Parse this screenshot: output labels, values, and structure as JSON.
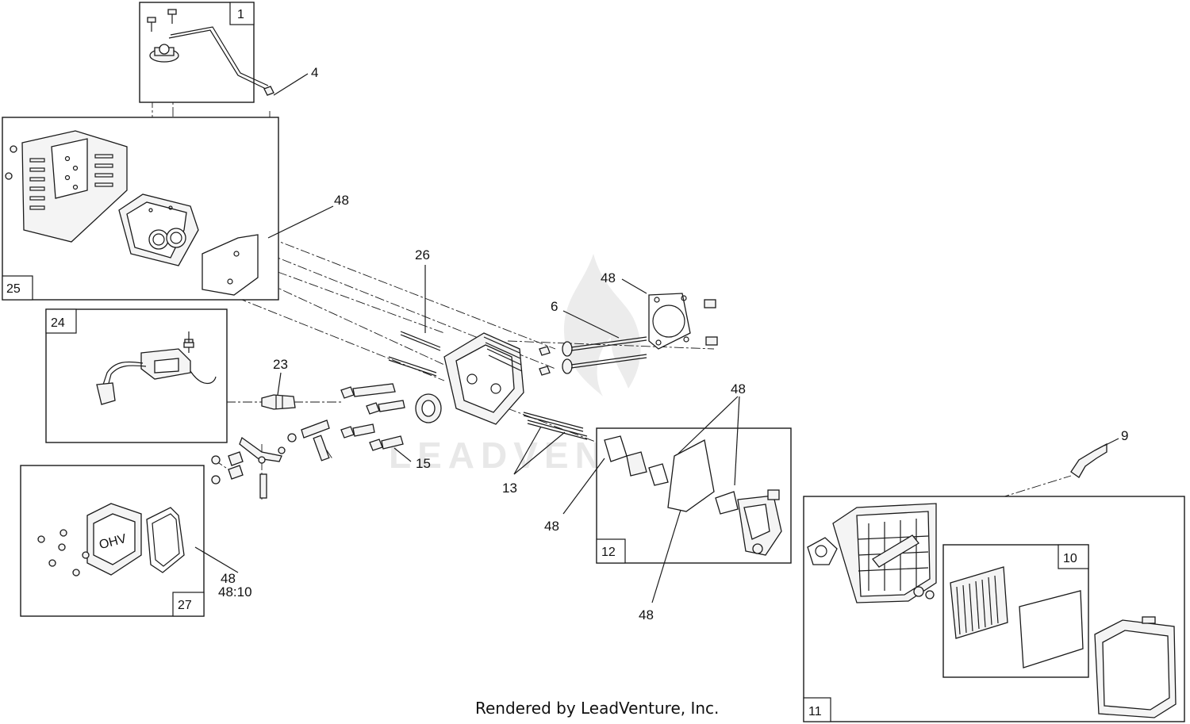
{
  "watermark": "LEADVENTURE",
  "footer_text": "Rendered by LeadVenture, Inc.",
  "box_tags": {
    "b1": "1",
    "b25": "25",
    "b24": "24",
    "b27": "27",
    "b12": "12",
    "b11": "11",
    "b10": "10"
  },
  "callouts": {
    "c4": "4",
    "c48_muffler": "48",
    "c26": "26",
    "c48_head": "48",
    "c6": "6",
    "c23": "23",
    "c48_carb_top": "48",
    "c9": "9",
    "c15": "15",
    "c13": "13",
    "c48_carb_left": "48",
    "c48_valve_cover": "48",
    "c48_10": "48:10",
    "c48_carb_bottom": "48"
  },
  "icons": [
    "heat-shield",
    "muffler",
    "muffler-gasket",
    "ignition-coil",
    "spark-plug",
    "cylinder-head",
    "valve-cover",
    "carburetor",
    "air-filter-base",
    "air-filter-element",
    "air-filter-cover",
    "breather-tube"
  ]
}
